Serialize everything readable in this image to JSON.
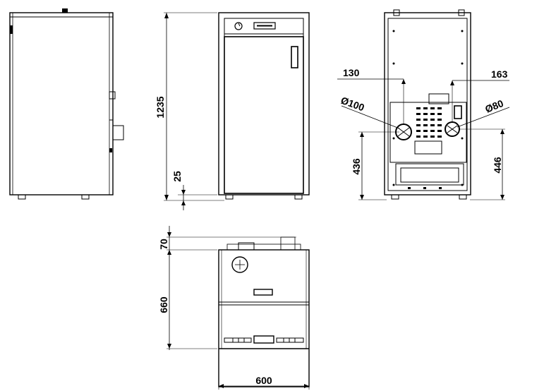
{
  "dimensions": {
    "height_total": "1235",
    "foot_height": "25",
    "left_flue_height": "130",
    "right_flue_height": "163",
    "left_pipe_diameter": "Ø100",
    "right_pipe_diameter": "Ø80",
    "left_connection_height": "436",
    "right_connection_height": "446",
    "top_clearance": "70",
    "depth": "660",
    "width": "600"
  }
}
